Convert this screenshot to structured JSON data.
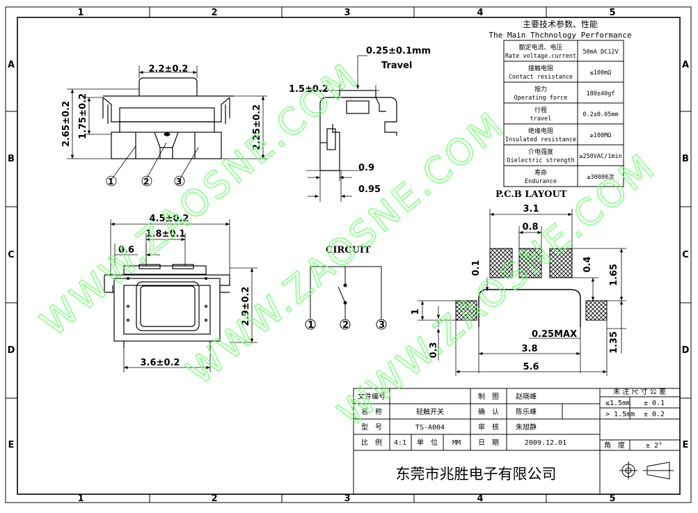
{
  "frame": {
    "cols": [
      "1",
      "2",
      "3",
      "4",
      "5"
    ],
    "rows": [
      "A",
      "B",
      "C",
      "D",
      "E"
    ]
  },
  "watermark": "WWW.ZAOSNE.COM",
  "specs": {
    "title_cn": "主要技术参数、性能",
    "title_en": "The Main Thchnology Performance",
    "rows": [
      {
        "cn": "额定电流、电压",
        "en": "Rate voltage.current",
        "value": "50mA DC12V"
      },
      {
        "cn": "接触电阻",
        "en": "Contact resistance",
        "value": "≤100mΩ"
      },
      {
        "cn": "按力",
        "en": "Operating force",
        "value": "180±40gf"
      },
      {
        "cn": "行程",
        "en": "travel",
        "value": "0.2±0.05mm"
      },
      {
        "cn": "绝缘电阻",
        "en": "Insulated resistance",
        "value": "≥100MΩ"
      },
      {
        "cn": "介电强度",
        "en": "Dielectric strength",
        "value": "≥250VAC/1min"
      },
      {
        "cn": "寿命",
        "en": "Endurance",
        "value": "≥30000次"
      }
    ]
  },
  "dims": {
    "side_top": "2.2±0.2",
    "side_h1": "2.65±0.2",
    "side_h2": "1.75±0.2",
    "side_h3": "2.25±0.2",
    "pin1": "1",
    "pin2": "2",
    "pin3": "3",
    "travel_val": "0.25±0.1mm",
    "travel_label": "Travel",
    "front_w": "1.5±0.2",
    "front_09": "0.9",
    "front_095": "0.95",
    "bot_45": "4.5±0.2",
    "bot_18": "1.8±0.1",
    "bot_06": "0.6",
    "bot_29": "2.9±0.2",
    "bot_36": "3.6±0.2",
    "circuit": "CIRCUIT",
    "pcb_title": "P.C.B LAYOUT",
    "pcb_31": "3.1",
    "pcb_08": "0.8",
    "pcb_01": "0.1",
    "pcb_04": "0.4",
    "pcb_165": "1.65",
    "pcb_1": "1",
    "pcb_025": "0.25MAX",
    "pcb_03": "0.3",
    "pcb_38": "3.8",
    "pcb_135": "1.35",
    "pcb_56": "5.6"
  },
  "titleblock": {
    "file_no_label": "文件编号",
    "name_label": "名　称",
    "name_value": "轻触开关",
    "model_label": "型　号",
    "model_value": "TS-A004",
    "ratio_label": "比　例",
    "ratio_value": "4:1",
    "unit_label": "单　位",
    "unit_value": "MM",
    "draw_label": "制　图",
    "draw_value": "赵晓峰",
    "confirm_label": "确　认",
    "confirm_value": "陈乐峰",
    "review_label": "审　核",
    "review_value": "朱旭静",
    "date_label": "日　期",
    "date_value": "2009.12.01",
    "tol_title": "未 注 尺 寸 公 差",
    "tol1_range": "≤1.5mm",
    "tol1_value": "± 0.1",
    "tol2_range": "> 1.5mm",
    "tol2_value": "± 0.2",
    "angle_label": "角　度",
    "angle_value": "± 2°",
    "company": "东莞市兆胜电子有限公司"
  }
}
